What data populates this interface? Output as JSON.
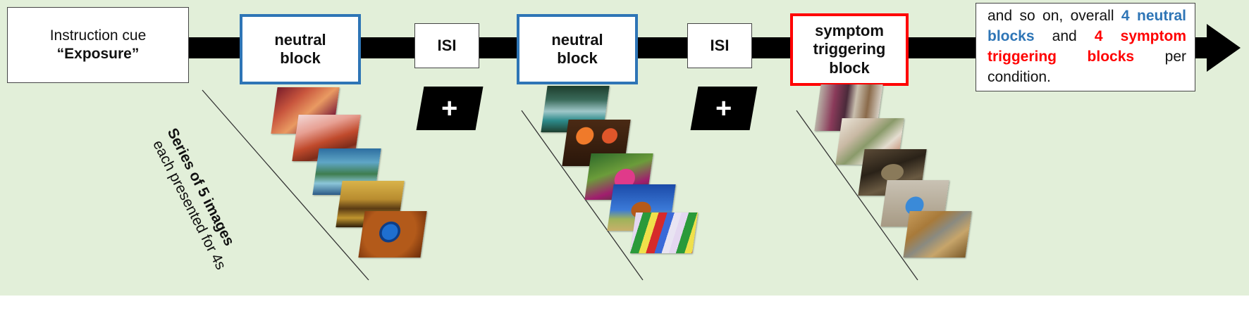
{
  "instruction": {
    "line1": "Instruction cue",
    "line2": "“Exposure”"
  },
  "blocks": {
    "neutral1": {
      "line1": "neutral",
      "line2": "block"
    },
    "isi1": "ISI",
    "neutral2": {
      "line1": "neutral",
      "line2": "block"
    },
    "isi2": "ISI",
    "symptom": {
      "line1": "symptom",
      "line2": "triggering",
      "line3": "block"
    }
  },
  "fixation": "+",
  "note": {
    "p1": "and so on, overall ",
    "blue1": "4 neutral",
    "blue2": "blocks",
    "p2": " and ",
    "red1": "4 symptom",
    "red2": "triggering blocks",
    "p3": " per condition."
  },
  "series_label": {
    "bold": "Series of 5 images",
    "normal": "each presented for 4s"
  },
  "colors": {
    "background": "#e2efd9",
    "neutral": "#2e75b6",
    "symptom": "#ff0000",
    "timeline": "#000000"
  },
  "images": {
    "neutral1": [
      "canyon",
      "abstract-orange",
      "lake-landscape",
      "cyclist",
      "blue-cup"
    ],
    "neutral2": [
      "boats",
      "mushrooms",
      "flowers",
      "gazelle",
      "clothespins"
    ],
    "symptom": [
      "clothes",
      "messy-room",
      "drawer",
      "bucket",
      "floor-tiles"
    ]
  }
}
